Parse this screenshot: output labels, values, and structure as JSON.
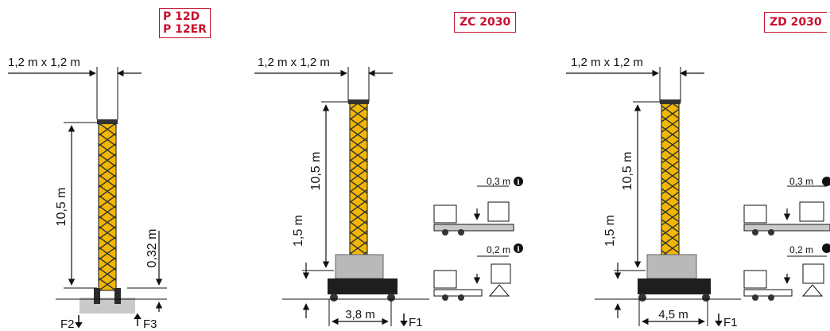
{
  "panels": [
    {
      "id": "p12",
      "model_lines": [
        "P 12D",
        "P 12ER"
      ],
      "section": "1,2 m x 1,2 m",
      "height": "10,5 m",
      "offset": "0,32 m",
      "forces": [
        "F2",
        "F3"
      ]
    },
    {
      "id": "zc2030",
      "model_lines": [
        "ZC 2030"
      ],
      "section": "1,2 m x 1,2 m",
      "height": "10,5 m",
      "base_height": "1,5 m",
      "base_width": "3,8 m",
      "force": "F1",
      "clearance_top": "0,3 m",
      "clearance_bottom": "0,2 m"
    },
    {
      "id": "zd2030",
      "model_lines": [
        "ZD 2030"
      ],
      "section": "1,2 m x 1,2 m",
      "height": "10,5 m",
      "base_height": "1,5 m",
      "base_width": "4,5 m",
      "force": "F1",
      "clearance_top": "0,3 m",
      "clearance_bottom": "0,2 m"
    }
  ],
  "colors": {
    "mast_yellow": "#f2b705",
    "mast_dark": "#2b2b2b",
    "accent_red": "#c8102e",
    "ballast_gray": "#b9b9b9",
    "base_black": "#1e1e1e"
  },
  "icons": [
    "info-icon",
    "arrow-down-icon",
    "arrow-up-icon"
  ]
}
